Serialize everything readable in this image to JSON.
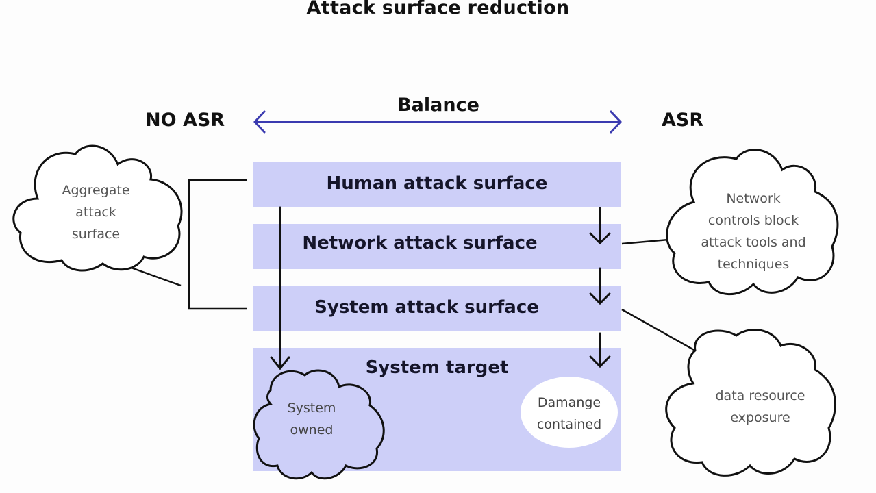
{
  "title": "Attack surface reduction",
  "scale": {
    "left_label": "NO ASR",
    "center_label": "Balance",
    "right_label": "ASR",
    "arrow_color": "#3b3bb0"
  },
  "layers": [
    {
      "label": "Human attack surface"
    },
    {
      "label": "Network attack surface"
    },
    {
      "label": "System attack surface"
    },
    {
      "label": "System target"
    }
  ],
  "colors": {
    "band": "#cdcff8",
    "outline": "#111111"
  },
  "callouts": {
    "aggregate": "Aggregate attack surface",
    "aggregate_lines": [
      "Aggregate",
      "attack",
      "surface"
    ],
    "network_controls_lines": [
      "Network",
      "controls block",
      "attack tools and",
      "techniques"
    ],
    "data_exposure_lines": [
      "data resource",
      "exposure"
    ],
    "system_owned_lines": [
      "System",
      "owned"
    ],
    "damage_contained_lines": [
      "Damange",
      "contained"
    ]
  }
}
